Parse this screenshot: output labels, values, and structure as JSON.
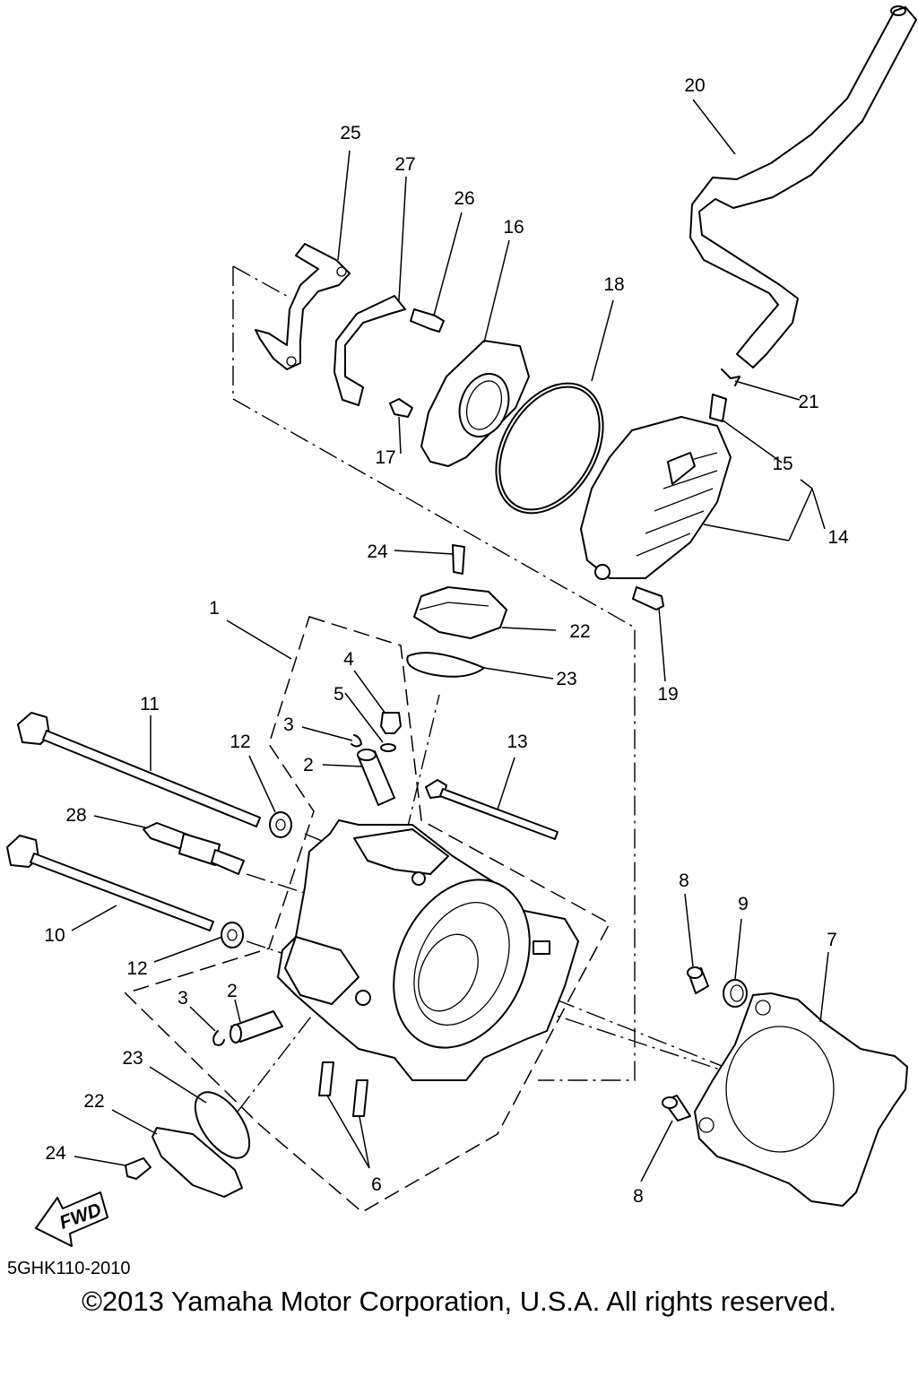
{
  "diagram_code": "5GHK110-2010",
  "copyright": "©2013 Yamaha Motor Corporation, U.S.A. All rights reserved.",
  "fwd_label": "FWD",
  "callouts": {
    "c1": "1",
    "c2a": "2",
    "c2b": "2",
    "c3a": "3",
    "c3b": "3",
    "c4": "4",
    "c5": "5",
    "c6": "6",
    "c7": "7",
    "c8a": "8",
    "c8b": "8",
    "c9": "9",
    "c10": "10",
    "c11": "11",
    "c12a": "12",
    "c12b": "12",
    "c13": "13",
    "c14": "14",
    "c15": "15",
    "c16": "16",
    "c17": "17",
    "c18": "18",
    "c19": "19",
    "c20": "20",
    "c21": "21",
    "c22a": "22",
    "c22b": "22",
    "c23a": "23",
    "c23b": "23",
    "c24a": "24",
    "c24b": "24",
    "c25": "25",
    "c26": "26",
    "c27": "27",
    "c28": "28"
  }
}
